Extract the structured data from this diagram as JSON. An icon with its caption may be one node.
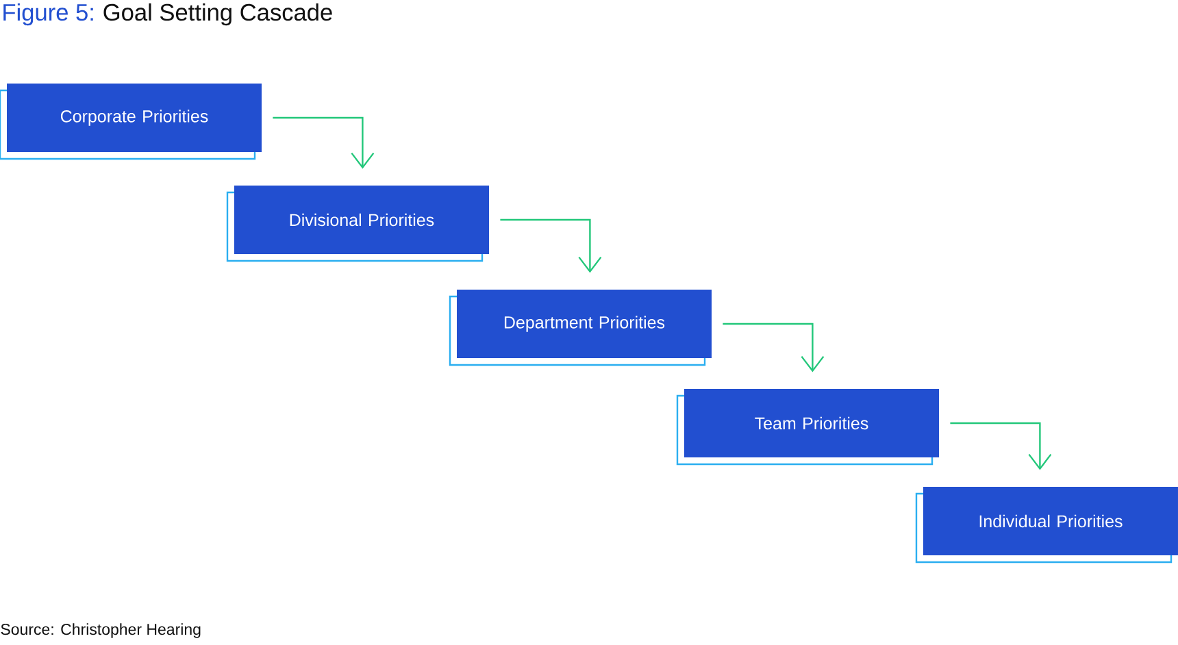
{
  "diagram": {
    "title": "Goal Setting Cascade",
    "nodes": [
      {
        "text": [
          "Corporate Priorities"
        ]
      },
      {
        "text": [
          "Divisional Priorities"
        ]
      },
      {
        "text": [
          "Department Priorities"
        ]
      },
      {
        "text": [
          "Team Priorities"
        ]
      },
      {
        "text": [
          "Individual Priorities"
        ]
      }
    ],
    "edges": [
      {
        "from": 0,
        "to": 1,
        "arrow": "to"
      },
      {
        "from": 1,
        "to": 2,
        "arrow": "to"
      },
      {
        "from": 2,
        "to": 3,
        "arrow": "to"
      },
      {
        "from": 3,
        "to": 4,
        "arrow": "to"
      }
    ],
    "labels": [
      "Figure 5:",
      "Source: Christopher Hearing"
    ]
  }
}
